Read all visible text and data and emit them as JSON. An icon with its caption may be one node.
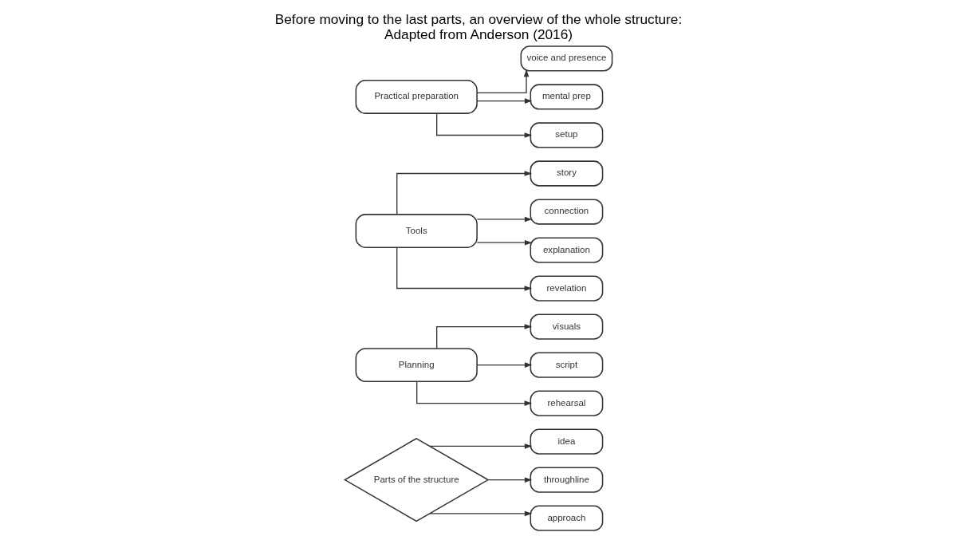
{
  "diagram": {
    "title": "Before moving to the last parts, an overview of the whole structure:",
    "caption": "Adapted from Anderson (2016)",
    "nodes": [
      {
        "text": [
          "Parts of the structure"
        ]
      },
      {
        "text": [
          "idea"
        ]
      },
      {
        "text": [
          "throughline"
        ]
      },
      {
        "text": [
          "approach"
        ]
      },
      {
        "text": [
          "Planning"
        ]
      },
      {
        "text": [
          "visuals"
        ]
      },
      {
        "text": [
          "script"
        ]
      },
      {
        "text": [
          "rehearsal"
        ]
      },
      {
        "text": [
          "Tools"
        ]
      },
      {
        "text": [
          "story"
        ]
      },
      {
        "text": [
          "connection"
        ]
      },
      {
        "text": [
          "explanation"
        ]
      },
      {
        "text": [
          "revelation"
        ]
      },
      {
        "text": [
          "Practical preparation"
        ]
      },
      {
        "text": [
          "voice and presence"
        ]
      },
      {
        "text": [
          "mental prep"
        ]
      },
      {
        "text": [
          "setup"
        ]
      }
    ],
    "edges": [
      {
        "from": 0,
        "to": 1,
        "arrow": "to"
      },
      {
        "from": 0,
        "to": 2,
        "arrow": "to"
      },
      {
        "from": 0,
        "to": 3,
        "arrow": "to"
      },
      {
        "from": 4,
        "to": 5,
        "arrow": "to"
      },
      {
        "from": 4,
        "to": 6,
        "arrow": "to"
      },
      {
        "from": 4,
        "to": 7,
        "arrow": "to"
      },
      {
        "from": 8,
        "to": 9,
        "arrow": "to"
      },
      {
        "from": 8,
        "to": 10,
        "arrow": "to"
      },
      {
        "from": 8,
        "to": 11,
        "arrow": "to"
      },
      {
        "from": 8,
        "to": 12,
        "arrow": "to"
      },
      {
        "from": 13,
        "to": 14,
        "arrow": "to"
      },
      {
        "from": 13,
        "to": 15,
        "arrow": "to"
      },
      {
        "from": 13,
        "to": 16,
        "arrow": "to"
      }
    ]
  }
}
